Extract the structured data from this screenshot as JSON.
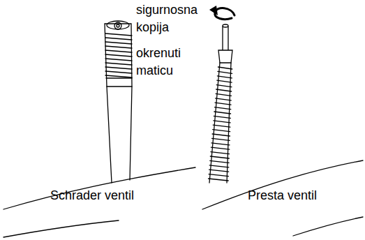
{
  "diagram": {
    "labels": [
      "sigurnosna kopija",
      "okrenuti maticu",
      "Schrader ventil",
      "Presta ventil"
    ]
  }
}
